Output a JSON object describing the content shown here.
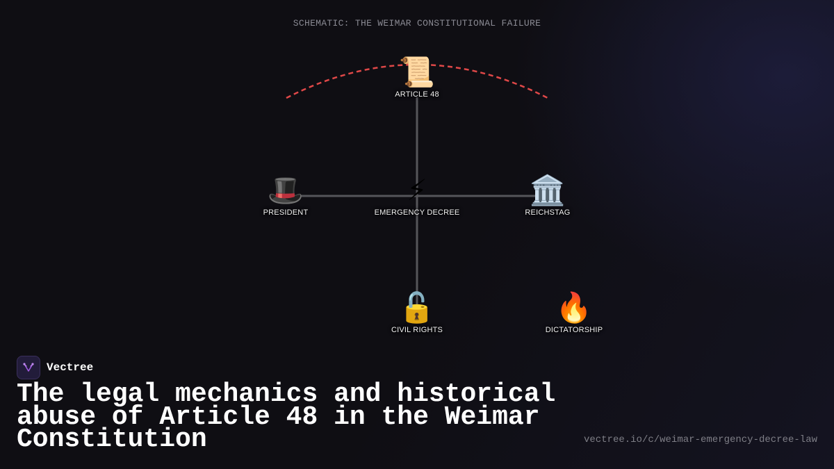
{
  "schematic_title": "SCHEMATIC: THE WEIMAR CONSTITUTIONAL FAILURE",
  "nodes": {
    "article48": {
      "icon": "📜",
      "icon_name": "scroll-icon",
      "label": "ARTICLE 48"
    },
    "president": {
      "icon": "🎩",
      "icon_name": "top-hat-icon",
      "label": "PRESIDENT"
    },
    "emergency_decree": {
      "icon": "⚡",
      "icon_name": "lightning-icon",
      "label": "EMERGENCY DECREE"
    },
    "reichstag": {
      "icon": "🏛️",
      "icon_name": "classical-building-icon",
      "label": "REICHSTAG"
    },
    "civil_rights": {
      "icon": "🔓",
      "icon_name": "unlocked-padlock-icon",
      "label": "CIVIL RIGHTS"
    },
    "dictatorship": {
      "icon": "🔥",
      "icon_name": "fire-icon",
      "label": "DICTATORSHIP"
    }
  },
  "colors": {
    "background": "#0f0e13",
    "connector": "#55555a",
    "arc": "#e04848",
    "brand_accent": "#a05ae0"
  },
  "brand": {
    "name": "Vectree",
    "logo_icon": "vectree-logo-icon"
  },
  "headline": "The legal mechanics and historical abuse of Article 48 in the Weimar Constitution",
  "url": "vectree.io/c/weimar-emergency-decree-law"
}
